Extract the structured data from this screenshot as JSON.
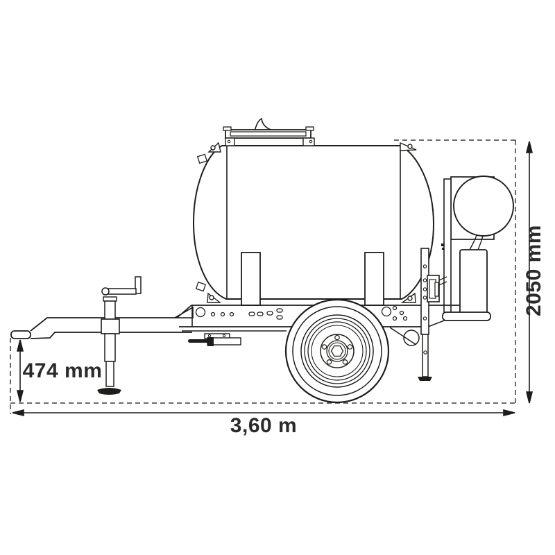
{
  "diagram": {
    "type": "technical-dimension-drawing",
    "subject": "Water tank trailer - side view",
    "background_color": "#ffffff",
    "line_color": "#1d1d1b",
    "dimension_text_color": "#2b2b2b",
    "dimensions": {
      "drawbar_height": {
        "label": "474 mm",
        "measures": "hitch height above ground",
        "orientation": "vertical"
      },
      "overall_length": {
        "label": "3,60 m",
        "measures": "overall length",
        "orientation": "horizontal"
      },
      "overall_height": {
        "label": "2050 mm",
        "measures": "overall height",
        "orientation": "vertical-rotated"
      }
    },
    "parts": [
      "hitch-eye",
      "drawbar",
      "jockey-jack",
      "chassis-frame",
      "drain-valve",
      "wheel",
      "water-tank",
      "manhole-hatch",
      "tank-supports",
      "lifting-lugs",
      "hose-reel",
      "pump-box",
      "rear-stand",
      "outlet-valve",
      "rear-bumper"
    ]
  }
}
